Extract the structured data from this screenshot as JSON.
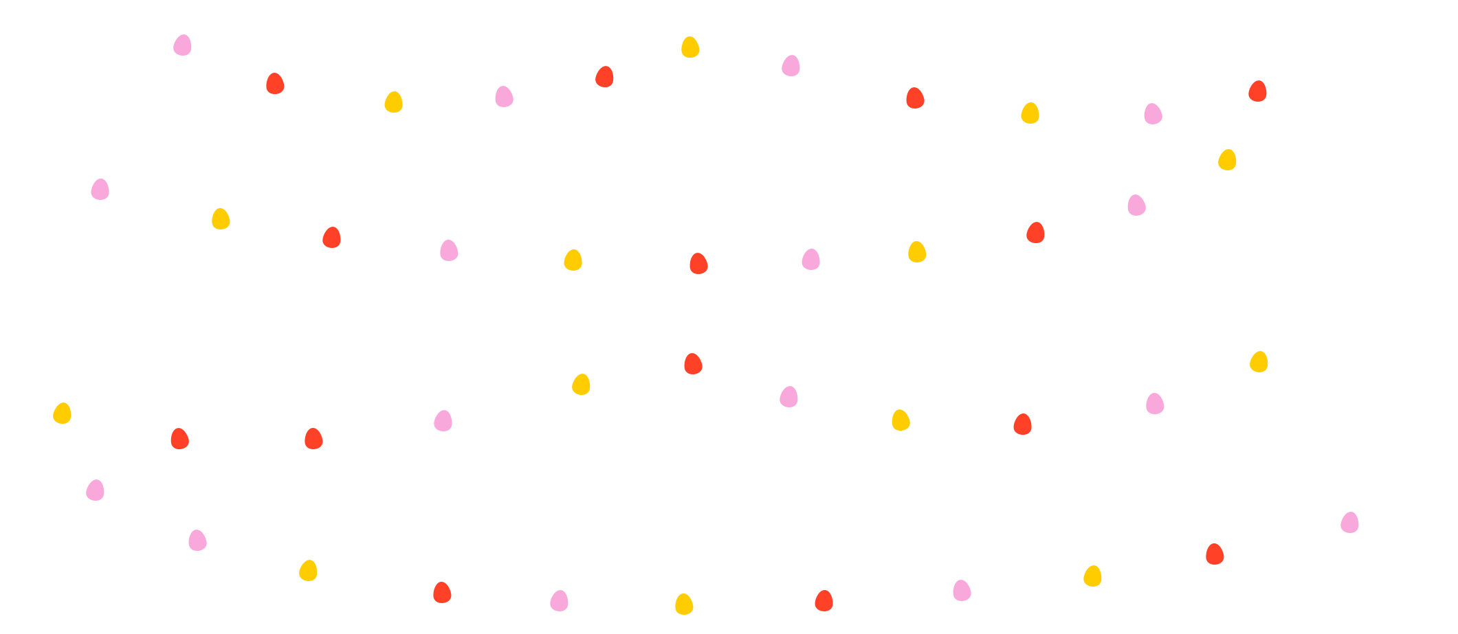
{
  "pattern": {
    "description": "",
    "palette": {
      "pink": "#F9A8DB",
      "red": "#FF4128",
      "yellow": "#FFCC00"
    },
    "background": "#FFFFFF",
    "egg_colors": [
      "pink",
      "red",
      "yellow",
      "pink",
      "red",
      "yellow",
      "pink",
      "red",
      "yellow",
      "pink",
      "red",
      "yellow",
      "pink",
      "pink",
      "yellow",
      "red",
      "pink",
      "yellow",
      "red",
      "pink",
      "yellow",
      "red",
      "pink",
      "yellow",
      "red",
      "red",
      "pink",
      "yellow",
      "red",
      "pink",
      "yellow",
      "red",
      "pink",
      "yellow",
      "pink",
      "red",
      "yellow",
      "pink",
      "red",
      "yellow",
      "pink",
      "red",
      "yellow",
      "pink"
    ]
  }
}
